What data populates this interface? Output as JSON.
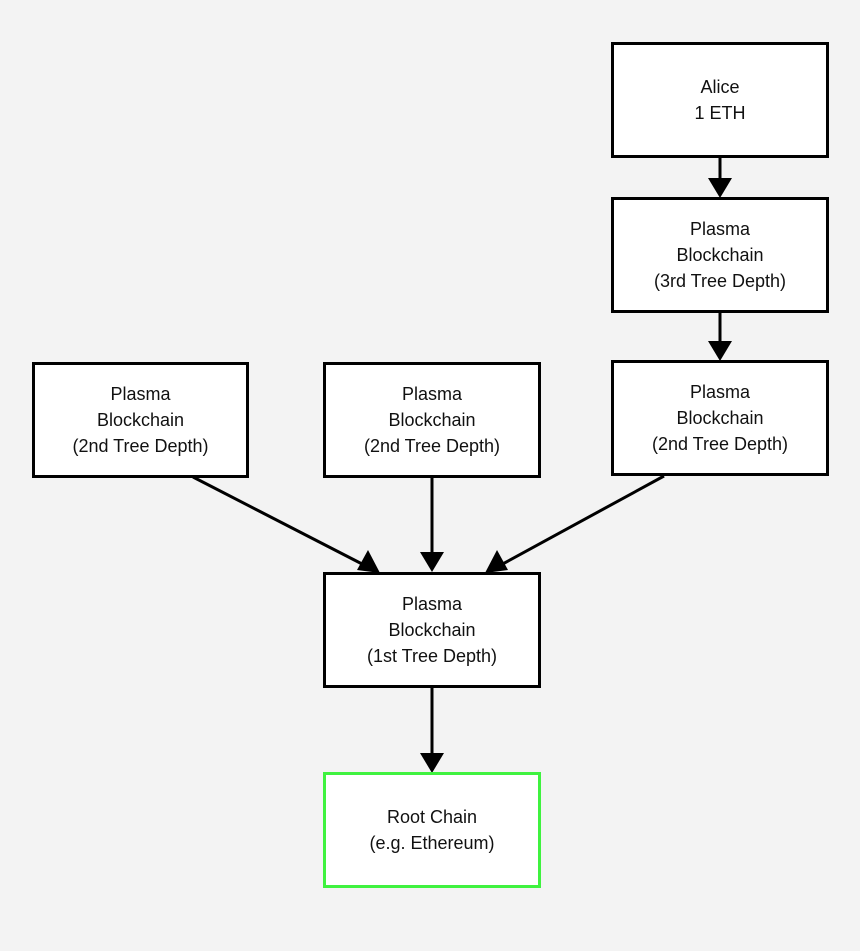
{
  "colors": {
    "background": "#f3f3f3",
    "node_fill": "#ffffff",
    "node_border": "#000000",
    "root_border": "#3ff23f",
    "edge": "#000000"
  },
  "nodes": {
    "alice": {
      "line1": "Alice",
      "line2": "1 ETH"
    },
    "plasma_depth3": {
      "line1": "Plasma",
      "line2": "Blockchain",
      "line3": "(3rd Tree Depth)"
    },
    "plasma_depth2_left": {
      "line1": "Plasma",
      "line2": "Blockchain",
      "line3": "(2nd Tree Depth)"
    },
    "plasma_depth2_middle": {
      "line1": "Plasma",
      "line2": "Blockchain",
      "line3": "(2nd Tree Depth)"
    },
    "plasma_depth2_right": {
      "line1": "Plasma",
      "line2": "Blockchain",
      "line3": "(2nd Tree Depth)"
    },
    "plasma_depth1": {
      "line1": "Plasma",
      "line2": "Blockchain",
      "line3": "(1st Tree Depth)"
    },
    "root_chain": {
      "line1": "Root Chain",
      "line2": "(e.g. Ethereum)"
    }
  },
  "edges": [
    {
      "from": "alice",
      "to": "plasma_depth3"
    },
    {
      "from": "plasma_depth3",
      "to": "plasma_depth2_right"
    },
    {
      "from": "plasma_depth2_left",
      "to": "plasma_depth1"
    },
    {
      "from": "plasma_depth2_middle",
      "to": "plasma_depth1"
    },
    {
      "from": "plasma_depth2_right",
      "to": "plasma_depth1"
    },
    {
      "from": "plasma_depth1",
      "to": "root_chain"
    }
  ]
}
